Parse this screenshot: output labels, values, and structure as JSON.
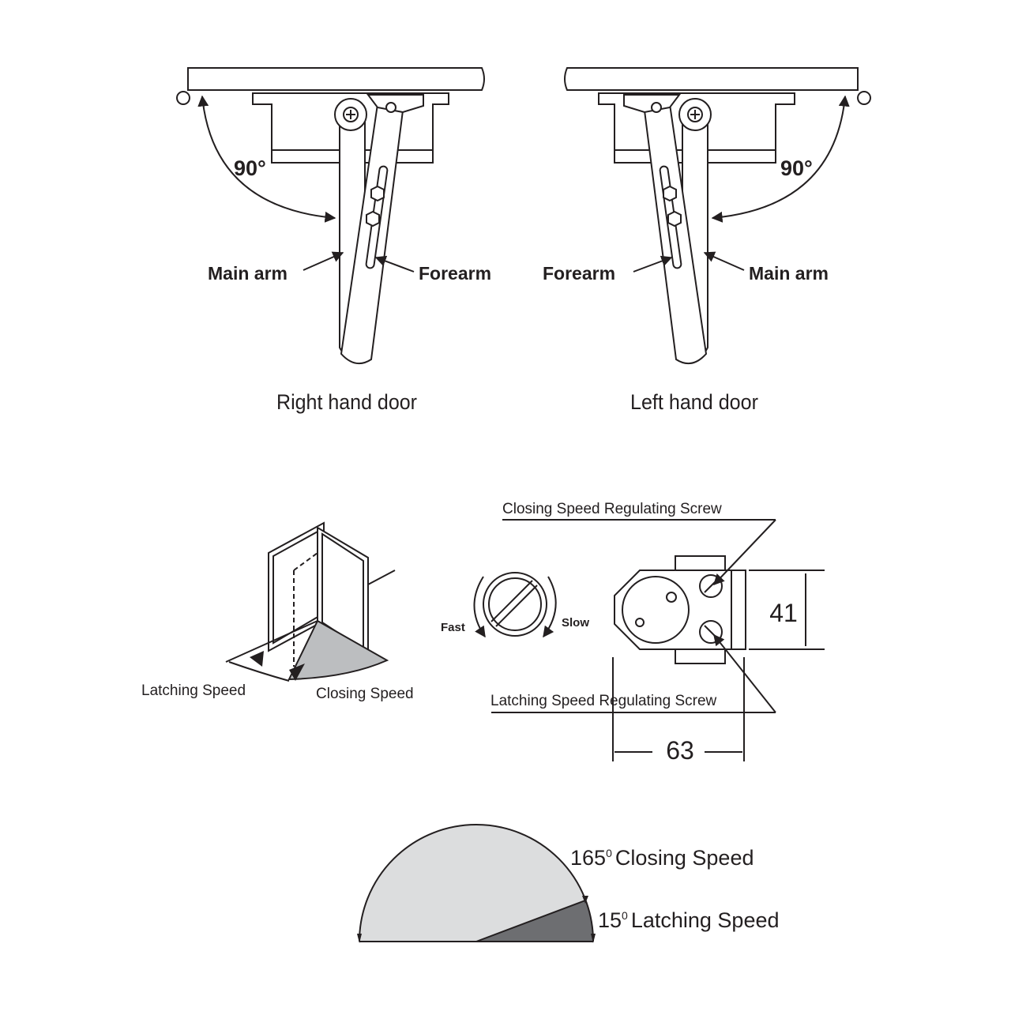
{
  "arms": {
    "right": {
      "angle": "90°",
      "main_arm": "Main arm",
      "forearm": "Forearm",
      "caption": "Right hand door"
    },
    "left": {
      "angle": "90°",
      "main_arm": "Main arm",
      "forearm": "Forearm",
      "caption": "Left hand door"
    }
  },
  "speed_zones": {
    "latching": "Latching Speed",
    "closing": "Closing Speed"
  },
  "valve": {
    "fast": "Fast",
    "slow": "Slow"
  },
  "body": {
    "closing_screw": "Closing Speed Regulating Screw",
    "latching_screw": "Latching Speed Regulating Screw",
    "height": "41",
    "width": "63"
  },
  "arc": {
    "closing_deg": "165",
    "closing_sup": "0",
    "closing_text": "Closing Speed",
    "latching_deg": "15",
    "latching_sup": "0",
    "latching_text": "Latching Speed"
  },
  "colors": {
    "ink": "#231f20",
    "light_gray": "#dcddde",
    "mid_gray": "#bcbec0",
    "dark_gray": "#6d6e71"
  }
}
